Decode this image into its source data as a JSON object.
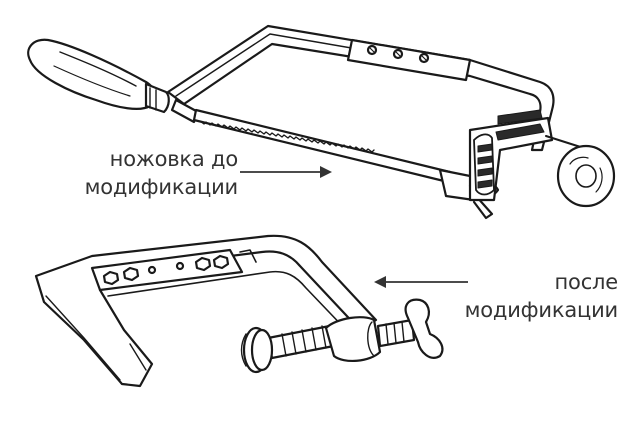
{
  "labels": {
    "before": {
      "line1": "ножовка до",
      "line2": "модификации"
    },
    "after": {
      "line1": "после",
      "line2": "модификации"
    }
  },
  "colors": {
    "ink": "#1a1a1a",
    "text": "#333333",
    "paper": "#ffffff",
    "shade": "#2a2a2a"
  }
}
